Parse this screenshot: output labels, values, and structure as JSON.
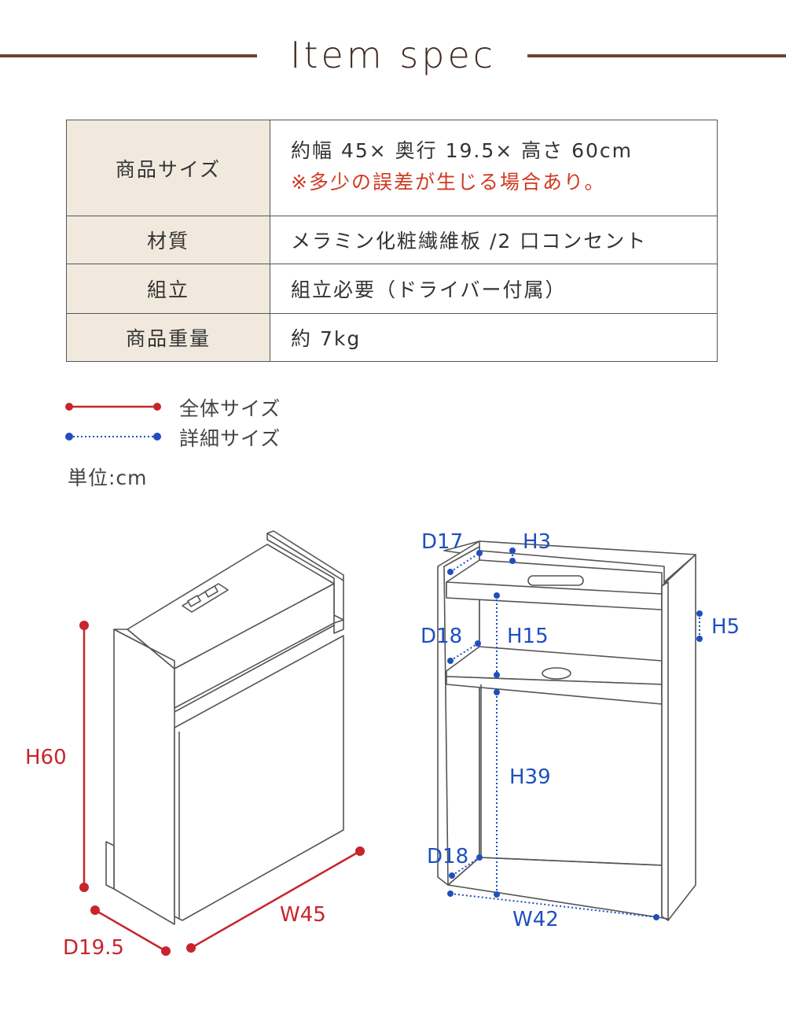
{
  "header": {
    "title": "Item spec"
  },
  "spec_table": [
    {
      "label": "商品サイズ",
      "value": "約幅 45× 奥行 19.5× 高さ 60cm",
      "note": "※多少の誤差が生じる場合あり。"
    },
    {
      "label": "材質",
      "value": "メラミン化粧繊維板 /2 口コンセント"
    },
    {
      "label": "組立",
      "value": "組立必要（ドライバー付属）"
    },
    {
      "label": "商品重量",
      "value": "約 7kg"
    }
  ],
  "legend": {
    "overall": "全体サイズ",
    "detail": "詳細サイズ",
    "unit": "単位:cm"
  },
  "dimensions": {
    "overall": {
      "height": "H60",
      "width": "W45",
      "depth": "D19.5"
    },
    "detail": {
      "d17": "D17",
      "h3": "H3",
      "h5": "H5",
      "d18_mid": "D18",
      "h15": "H15",
      "h39": "H39",
      "d18_bottom": "D18",
      "w42": "W42"
    }
  },
  "colors": {
    "overall": "#c8242b",
    "detail": "#1f4fbf",
    "header_line": "#6b4432",
    "label_bg": "#f1e9dd",
    "note": "#d03a22"
  }
}
